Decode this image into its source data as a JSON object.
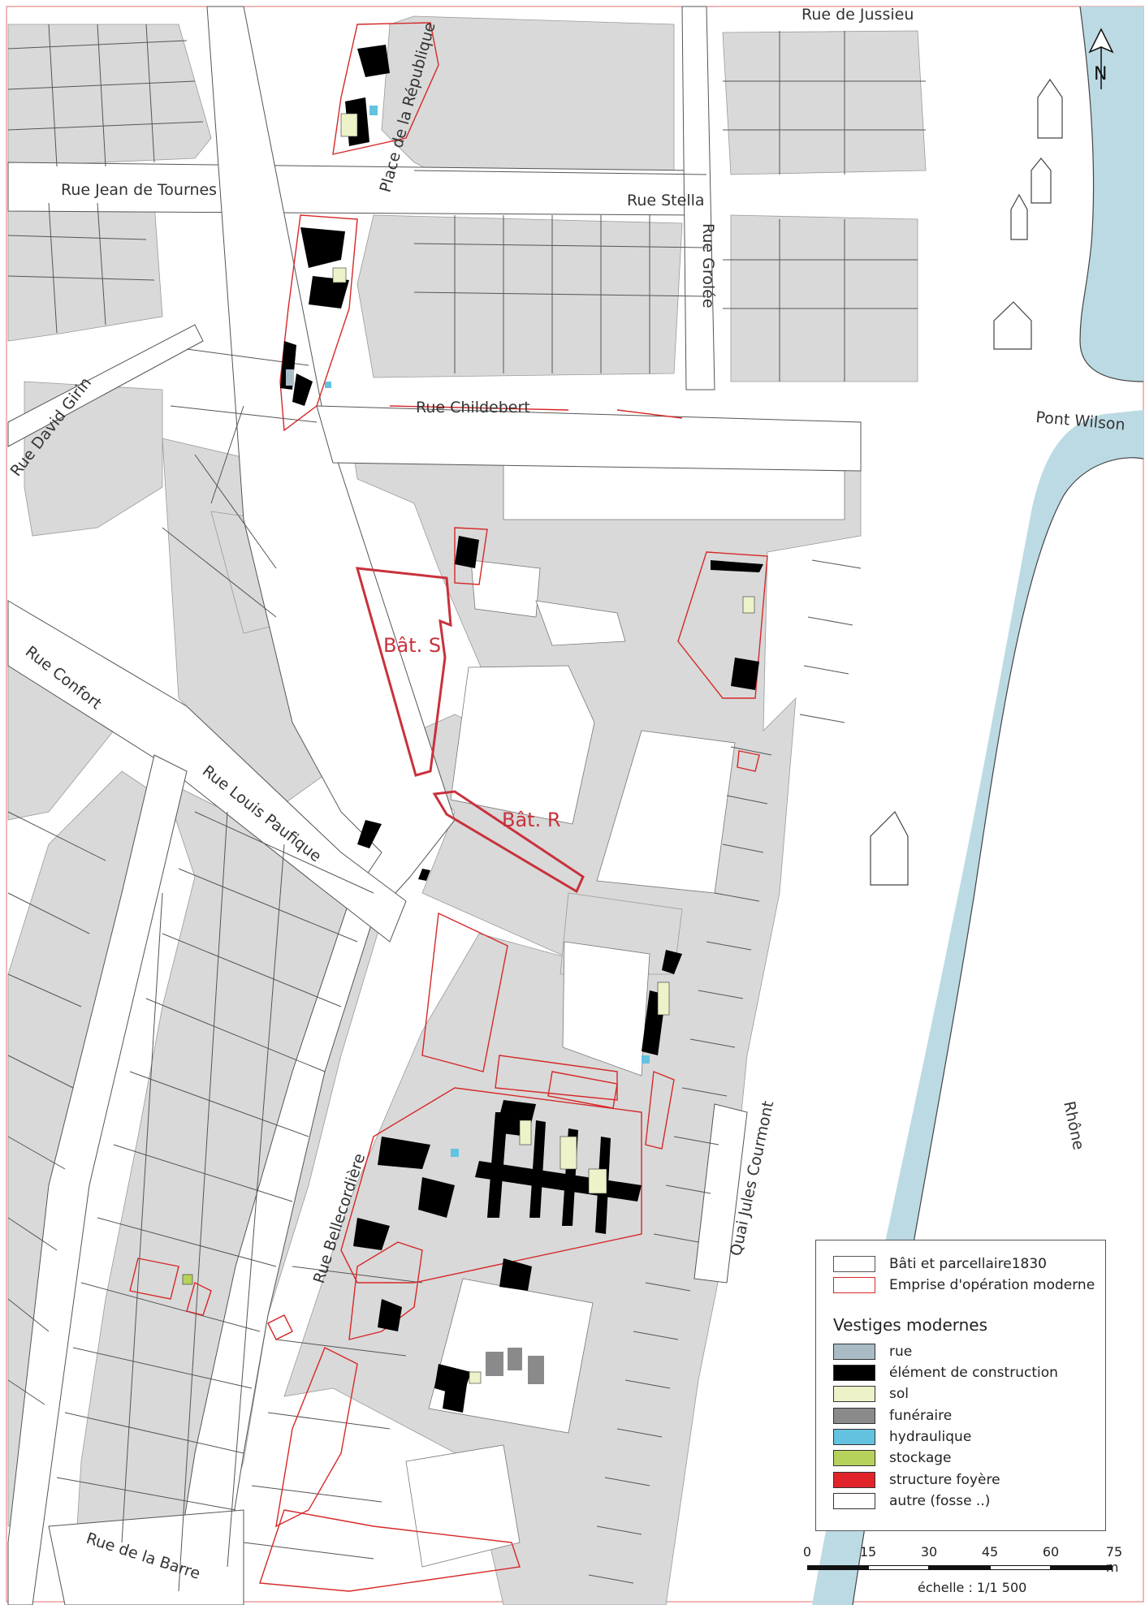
{
  "streets": {
    "jussieu": "Rue de Jussieu",
    "jean_de_tournes": "Rue Jean de Tournes",
    "republique": "Place de la République",
    "stella": "Rue Stella",
    "grolee": "Rue Grolée",
    "childebert": "Rue Childebert",
    "david_girin": "Rue David Girin",
    "confort": "Rue Confort",
    "louis_paufique": "Rue Louis Paufique",
    "bellecordiere": "Rue Bellecordière",
    "barre": "Rue de la Barre",
    "quai_courmont": "Quai Jules Courmont",
    "pont_wilson": "Pont Wilson",
    "rhone": "Rhône"
  },
  "buildings": {
    "bat_s": "Bât. S",
    "bat_r": "Bât. R"
  },
  "north": {
    "label": "N",
    "icon": "north-arrow-icon"
  },
  "legend": {
    "items": [
      {
        "label": "Bâti et parcellaire1830",
        "color": "#ffffff",
        "border": "#555555"
      },
      {
        "label": "Emprise d'opération moderne",
        "color": "#ffffff",
        "border": "#d62828"
      }
    ],
    "section_title": "Vestiges modernes",
    "vestiges": [
      {
        "label": "rue",
        "color": "#a9bcc6"
      },
      {
        "label": "élément de construction",
        "color": "#000000"
      },
      {
        "label": "sol",
        "color": "#eef2c9"
      },
      {
        "label": "funéraire",
        "color": "#8a8a8a"
      },
      {
        "label": "hydraulique",
        "color": "#63c2e0"
      },
      {
        "label": "stockage",
        "color": "#b7d25a"
      },
      {
        "label": "structure foyère",
        "color": "#e0242a"
      },
      {
        "label": "autre (fosse ..)",
        "color": "#ffffff"
      }
    ]
  },
  "scale": {
    "ticks": [
      "0",
      "15",
      "30",
      "45",
      "60",
      "75 m"
    ],
    "text": "échelle : 1/1 500"
  },
  "colors": {
    "river": "#bcdae3",
    "modern_block": "#d9d9d9",
    "parcel_line": "#5a5a5a",
    "emprise": "#d62828",
    "bat_outline": "#c8323c"
  }
}
